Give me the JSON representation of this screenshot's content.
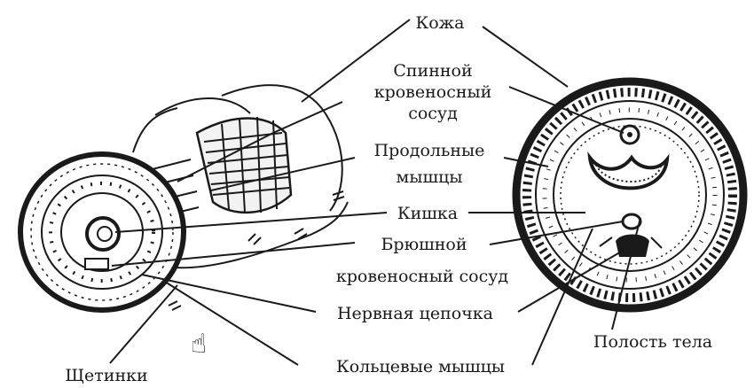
{
  "labels": {
    "skin": "Кожа",
    "dorsal_vessel_1": "Спинной",
    "dorsal_vessel_2": "кровеносный",
    "dorsal_vessel_3": "сосуд",
    "longitudinal_1": "Продольные",
    "longitudinal_2": "мышцы",
    "intestine": "Кишка",
    "ventral_vessel_1": "Брюшной",
    "ventral_vessel_2": "кровеносный сосуд",
    "nerve_cord": "Нервная цепочка",
    "body_cavity": "Полость тела",
    "setae": "Щетинки",
    "circular_muscles": "Кольцевые мышцы"
  }
}
